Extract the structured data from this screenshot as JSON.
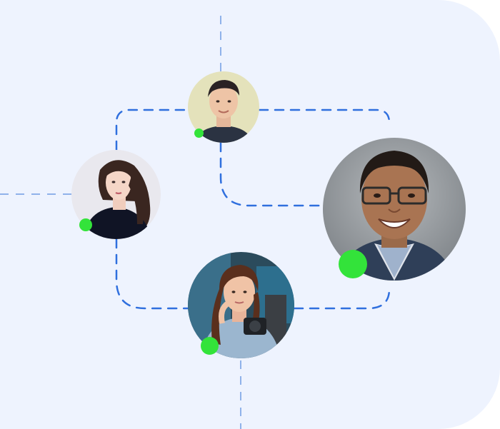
{
  "colors": {
    "background_panel": "#eef3fe",
    "connector_dashes": "#2f6fde",
    "connector_faint": "#8fb2ea",
    "online_status": "#33e33a"
  },
  "people": [
    {
      "id": "top",
      "label": "",
      "status": "online"
    },
    {
      "id": "left",
      "label": "",
      "status": "online"
    },
    {
      "id": "right",
      "label": "",
      "status": "online"
    },
    {
      "id": "bottom",
      "label": "",
      "status": "online"
    }
  ]
}
